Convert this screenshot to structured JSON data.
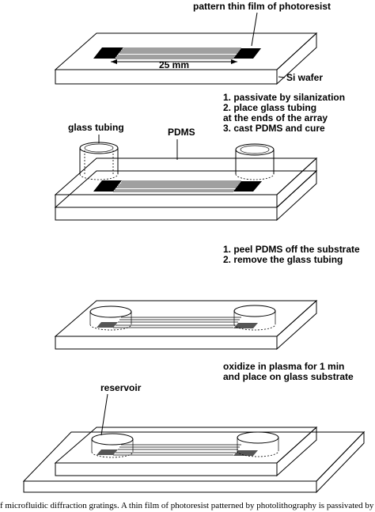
{
  "labels": {
    "photoresist": "pattern thin film of photoresist",
    "dimension": "25 mm",
    "wafer": "Si wafer",
    "glass_tubing": "glass tubing",
    "pdms": "PDMS",
    "reservoir": "reservoir"
  },
  "steps": {
    "step2": [
      "1.  passivate by silanization",
      "2.  place glass tubing",
      "     at the ends of the array",
      "3.  cast PDMS and cure"
    ],
    "step3": [
      "1.  peel PDMS off the substrate",
      "2.  remove the glass tubing"
    ],
    "step4": [
      "oxidize in plasma for 1 min",
      "and place on glass substrate"
    ]
  },
  "caption": "f microfluidic diffraction gratings. A thin film of photoresist patterned by photolithography is passivated by gas-p"
}
